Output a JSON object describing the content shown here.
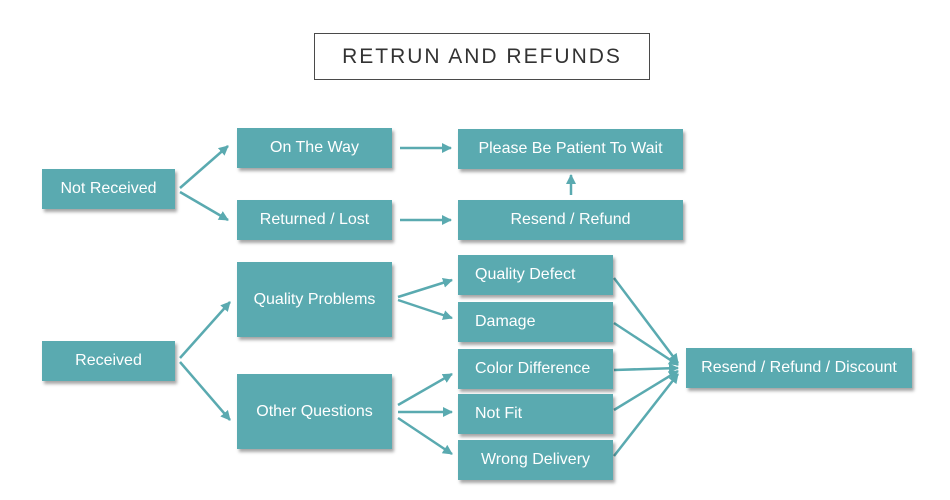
{
  "title": "RETRUN AND REFUNDS",
  "colors": {
    "node_fill": "#5aaab0",
    "arrow": "#5aaab0",
    "text": "#ffffff"
  },
  "nodes": {
    "not_received": "Not Received",
    "on_the_way": "On The Way",
    "returned_lost": "Returned / Lost",
    "please_wait": "Please Be Patient To Wait",
    "resend_refund": "Resend / Refund",
    "received": "Received",
    "quality_problems": "Quality Problems",
    "other_questions": "Other Questions",
    "quality_defect": "Quality Defect",
    "damage": "Damage",
    "color_difference": "Color Difference",
    "not_fit": "Not Fit",
    "wrong_delivery": "Wrong Delivery",
    "resend_refund_discount": "Resend / Refund / Discount"
  },
  "edges": [
    [
      "not_received",
      "on_the_way"
    ],
    [
      "not_received",
      "returned_lost"
    ],
    [
      "on_the_way",
      "please_wait"
    ],
    [
      "returned_lost",
      "resend_refund"
    ],
    [
      "resend_refund",
      "please_wait"
    ],
    [
      "received",
      "quality_problems"
    ],
    [
      "received",
      "other_questions"
    ],
    [
      "quality_problems",
      "quality_defect"
    ],
    [
      "quality_problems",
      "damage"
    ],
    [
      "other_questions",
      "color_difference"
    ],
    [
      "other_questions",
      "not_fit"
    ],
    [
      "other_questions",
      "wrong_delivery"
    ],
    [
      "quality_defect",
      "resend_refund_discount"
    ],
    [
      "damage",
      "resend_refund_discount"
    ],
    [
      "color_difference",
      "resend_refund_discount"
    ],
    [
      "not_fit",
      "resend_refund_discount"
    ],
    [
      "wrong_delivery",
      "resend_refund_discount"
    ]
  ]
}
